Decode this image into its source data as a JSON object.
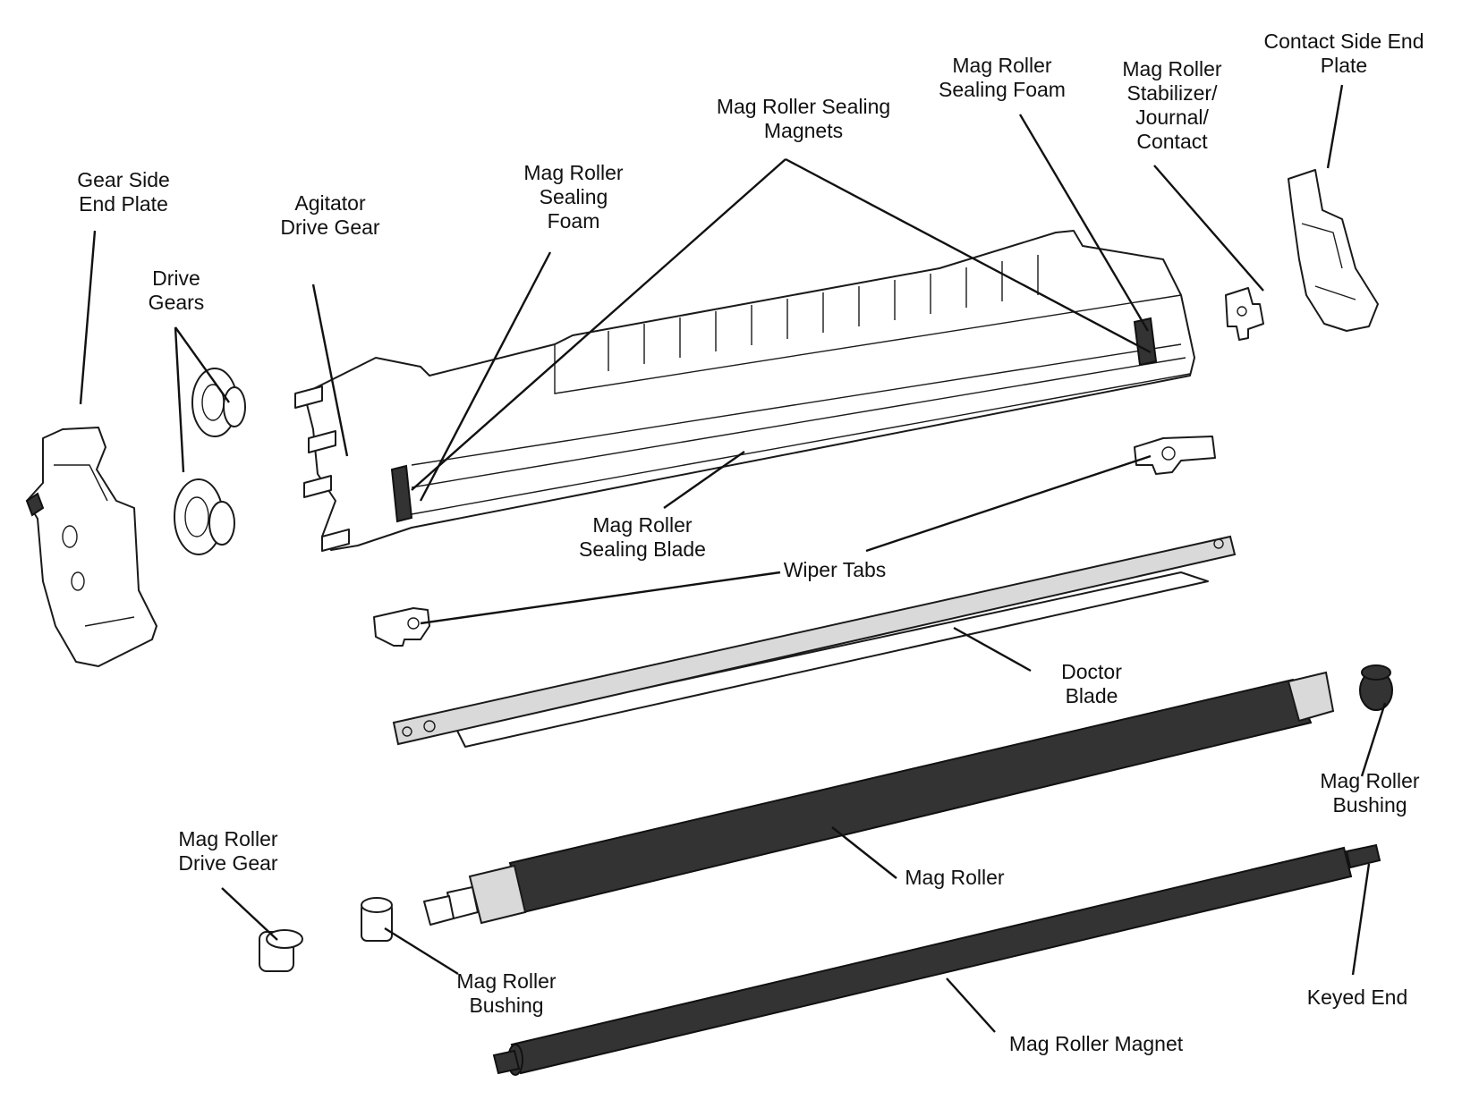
{
  "labels": {
    "contact_side_end_plate": [
      "Contact Side End",
      "Plate"
    ],
    "mag_roller_sealing_foam_right": [
      "Mag Roller",
      "Sealing Foam"
    ],
    "mag_roller_stabilizer": [
      "Mag Roller",
      "Stabilizer/",
      "Journal/",
      "Contact"
    ],
    "mag_roller_sealing_magnets": [
      "Mag Roller Sealing",
      "Magnets"
    ],
    "mag_roller_sealing_foam_left": [
      "Mag Roller",
      "Sealing",
      "Foam"
    ],
    "gear_side_end_plate": [
      "Gear Side",
      "End Plate"
    ],
    "agitator_drive_gear": [
      "Agitator",
      "Drive Gear"
    ],
    "drive_gears": [
      "Drive",
      "Gears"
    ],
    "mag_roller_sealing_blade": [
      "Mag Roller",
      "Sealing Blade"
    ],
    "wiper_tabs": [
      "Wiper Tabs"
    ],
    "doctor_blade": [
      "Doctor",
      "Blade"
    ],
    "mag_roller_bushing_right": [
      "Mag Roller",
      "Bushing"
    ],
    "mag_roller_drive_gear": [
      "Mag Roller",
      "Drive Gear"
    ],
    "mag_roller": [
      "Mag Roller"
    ],
    "mag_roller_bushing_left": [
      "Mag Roller",
      "Bushing"
    ],
    "keyed_end": [
      "Keyed End"
    ],
    "mag_roller_magnet": [
      "Mag Roller Magnet"
    ]
  },
  "colors": {
    "line": "#1a1a1a",
    "roller": "#333333",
    "blade": "#d9d9d9",
    "background": "#ffffff"
  }
}
